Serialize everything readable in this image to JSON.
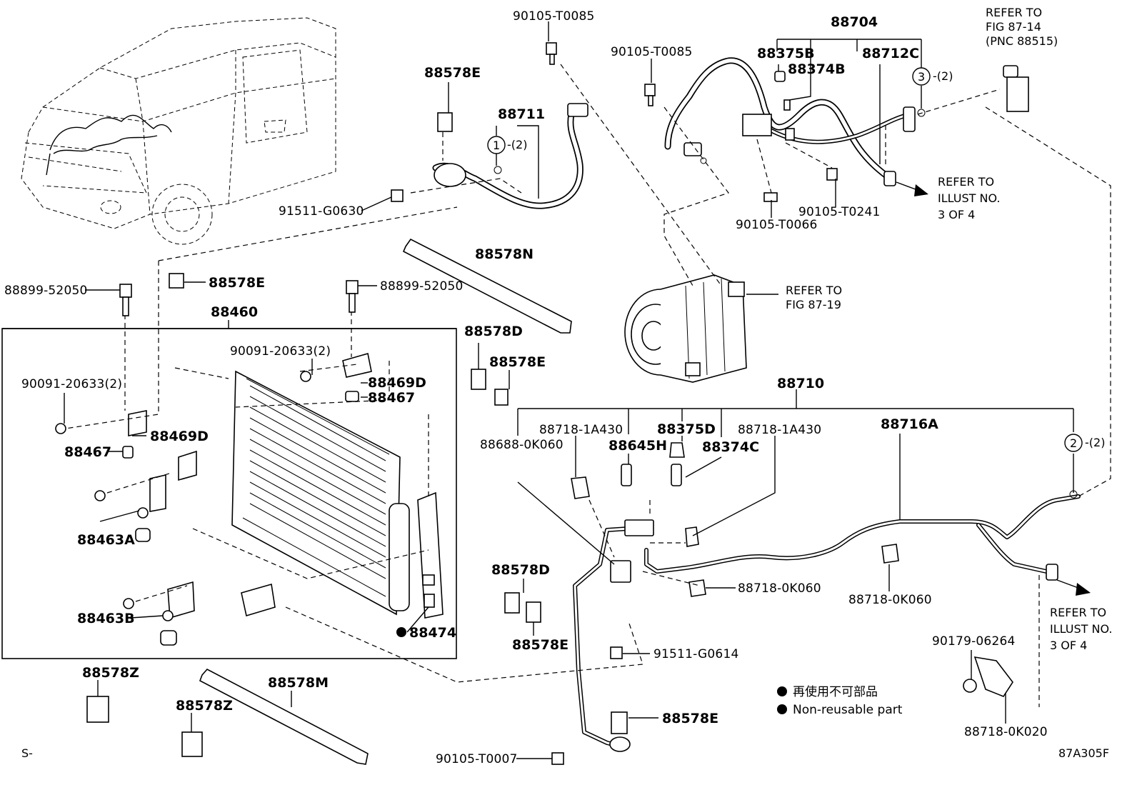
{
  "labels": {
    "p90105_T0085_a": "90105-T0085",
    "p90105_T0085_b": "90105-T0085",
    "p88704": "88704",
    "refer_fig_87_14_l1": "REFER TO",
    "refer_fig_87_14_l2": "FIG 87-14",
    "refer_fig_87_14_l3": "(PNC 88515)",
    "p88375B": "88375B",
    "p88374B": "88374B",
    "p88712C": "88712C",
    "c3": "3",
    "c3_qty": "-(2)",
    "p88578E_top": "88578E",
    "p88711": "88711",
    "c1": "1",
    "c1_qty": "-(2)",
    "p91511_G0630": "91511-G0630",
    "p90105_T0241": "90105-T0241",
    "p90105_T0066": "90105-T0066",
    "refer_illust_a_l1": "REFER TO",
    "refer_illust_a_l2": "ILLUST NO.",
    "refer_illust_a_l3": "3 OF 4",
    "p88578N": "88578N",
    "p88899_52050_a": "88899-52050",
    "p88578E_b": "88578E",
    "p88899_52050_b": "88899-52050",
    "refer_fig_87_19_l1": "REFER TO",
    "refer_fig_87_19_l2": "FIG 87-19",
    "p88460": "88460",
    "p88578D_a": "88578D",
    "p90091_20633_a": "90091-20633(2)",
    "p88469D_a": "88469D",
    "p88578E_c": "88578E",
    "p88467_a": "88467",
    "p90091_20633_b": "90091-20633(2)",
    "p88469D_b": "88469D",
    "p88467_b": "88467",
    "p88463A": "88463A",
    "p88463B": "88463B",
    "p88474": "88474",
    "p88710": "88710",
    "p88718_1A430_a": "88718-1A430",
    "p88375D": "88375D",
    "p88718_1A430_b": "88718-1A430",
    "p88716A": "88716A",
    "p88688_0K060": "88688-0K060",
    "p88645H": "88645H",
    "p88374C": "88374C",
    "c2": "2",
    "c2_qty": "-(2)",
    "p88718_0K060_a": "88718-0K060",
    "p88718_0K060_b": "88718-0K060",
    "p88578D_b": "88578D",
    "p88578E_d": "88578E",
    "p91511_G0614": "91511-G0614",
    "refer_illust_b_l1": "REFER TO",
    "refer_illust_b_l2": "ILLUST NO.",
    "refer_illust_b_l3": "3 OF 4",
    "p90179_06264": "90179-06264",
    "p88578Z_a": "88578Z",
    "p88578M": "88578M",
    "p88578Z_b": "88578Z",
    "p88578E_e": "88578E",
    "p88718_0K020": "88718-0K020",
    "p90105_T0007": "90105-T0007",
    "corner_left": "S-",
    "figure_code": "87A305F"
  },
  "legend": {
    "item_cn": "再使用不可部品",
    "item_en": "Non-reusable part"
  }
}
